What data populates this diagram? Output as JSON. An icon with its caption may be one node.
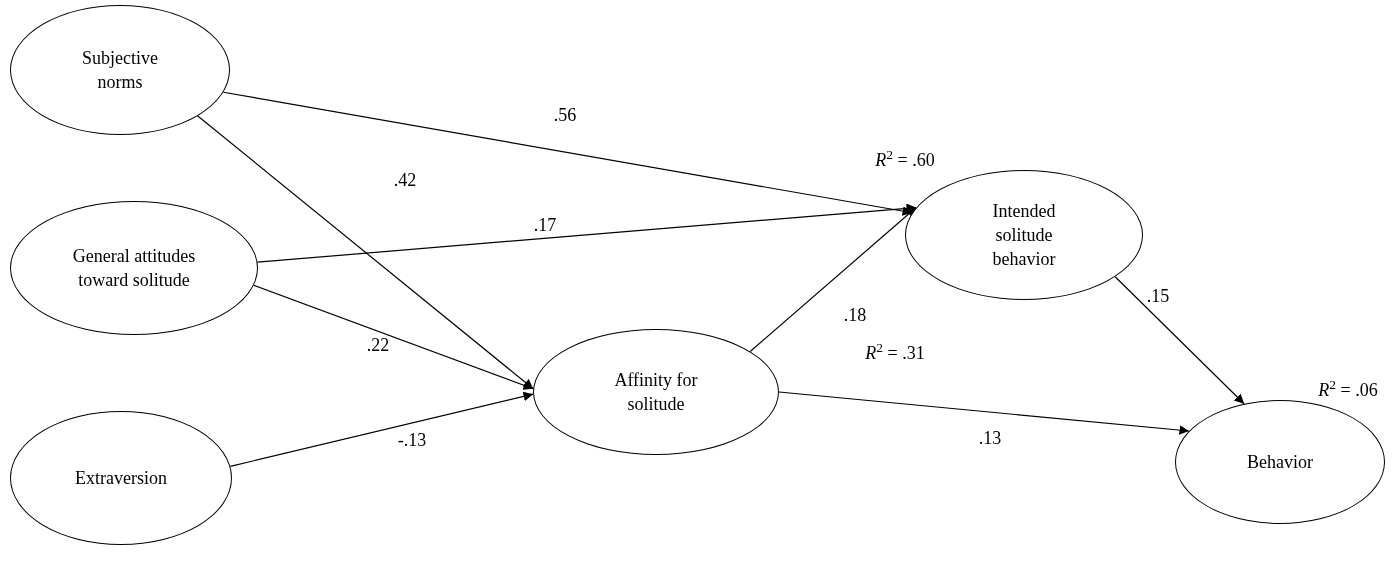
{
  "diagram": {
    "nodes": [
      {
        "text": [
          "Subjective norms"
        ]
      },
      {
        "text": [
          "General attitudes toward solitude"
        ]
      },
      {
        "text": [
          "Extraversion"
        ]
      },
      {
        "text": [
          "Affinity for solitude"
        ]
      },
      {
        "text": [
          "Intended solitude behavior"
        ]
      },
      {
        "text": [
          "Behavior"
        ]
      }
    ],
    "edges": [
      {
        "from": 0,
        "to": 4,
        "arrow": "to",
        "label": ".56"
      },
      {
        "from": 0,
        "to": 3,
        "arrow": "to",
        "label": ".42"
      },
      {
        "from": 1,
        "to": 4,
        "arrow": "to",
        "label": ".17"
      },
      {
        "from": 1,
        "to": 3,
        "arrow": "to",
        "label": ".22"
      },
      {
        "from": 2,
        "to": 3,
        "arrow": "to",
        "label": "-.13"
      },
      {
        "from": 3,
        "to": 4,
        "arrow": "to",
        "label": ".18"
      },
      {
        "from": 3,
        "to": 5,
        "arrow": "to",
        "label": ".13"
      },
      {
        "from": 4,
        "to": 5,
        "arrow": "to",
        "label": ".15"
      }
    ],
    "labels": [
      "*R*$^{2}$ = .60",
      "*R*$^{2}$ = .31",
      "*R*$^{2}$ = .06"
    ]
  }
}
